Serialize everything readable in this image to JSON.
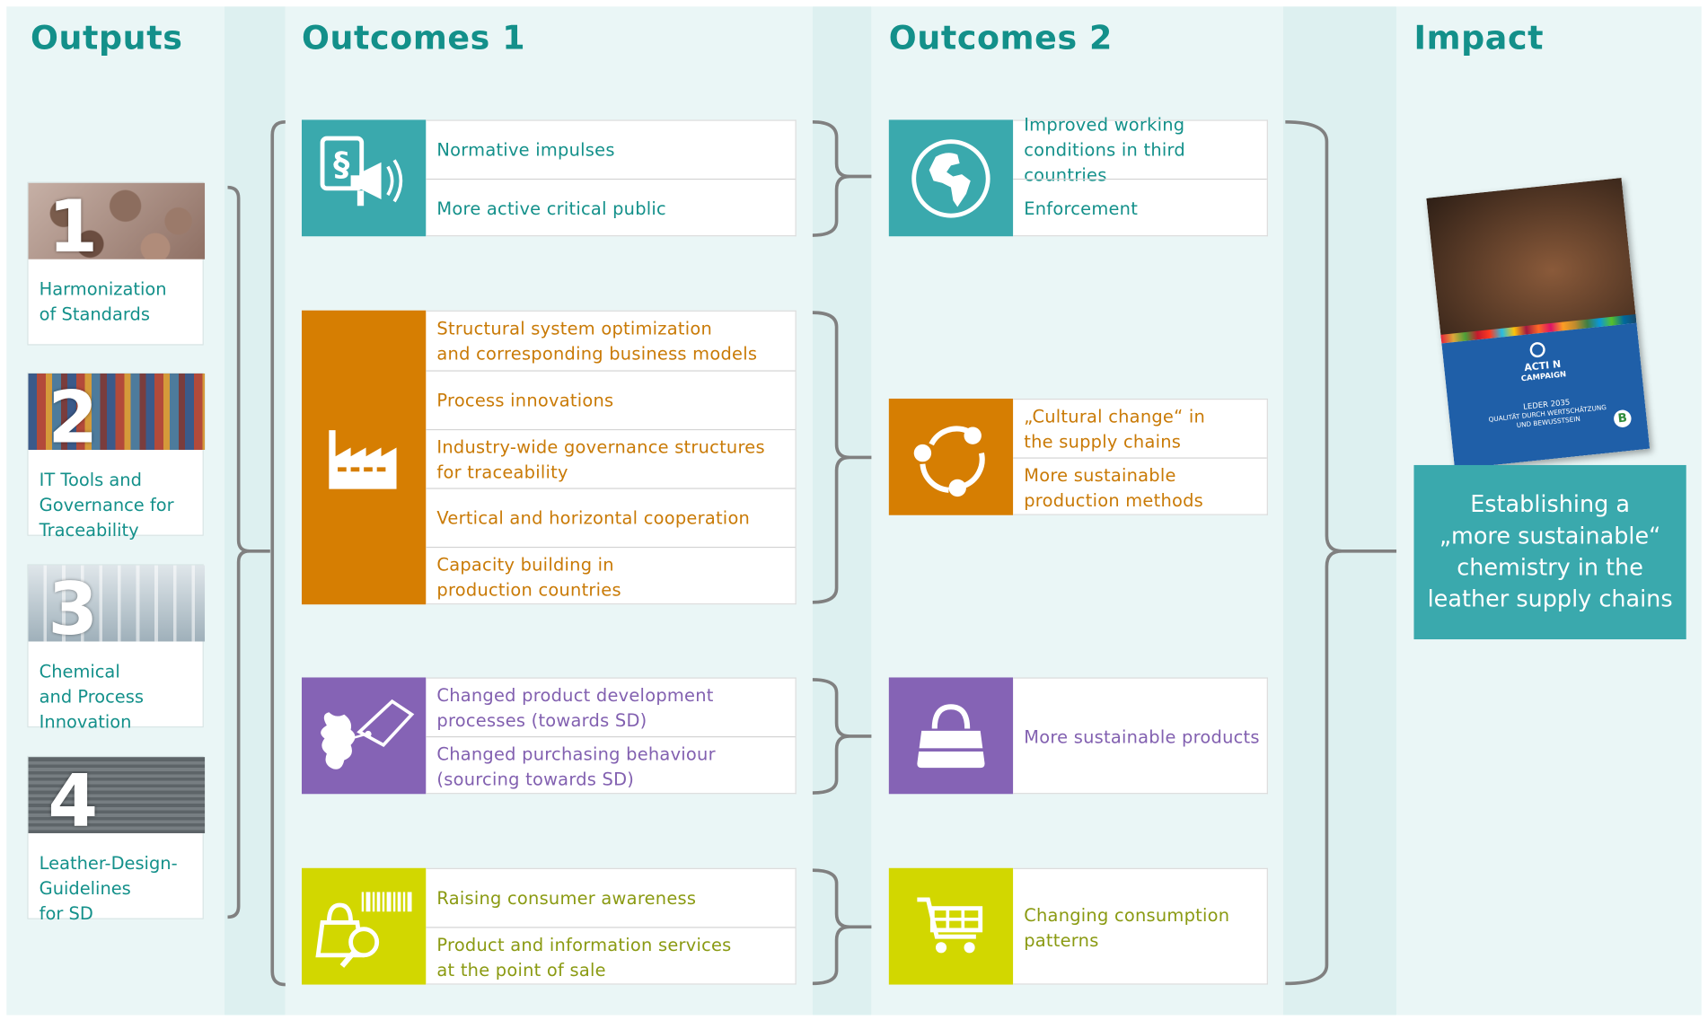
{
  "columns": {
    "outputs": "Outputs",
    "outcomes1": "Outcomes 1",
    "outcomes2": "Outcomes 2",
    "impact": "Impact"
  },
  "outputs": [
    {
      "number": "1",
      "label": "Harmonization\nof Standards"
    },
    {
      "number": "2",
      "label": "IT Tools and\nGovernance for\nTraceability"
    },
    {
      "number": "3",
      "label": "Chemical\nand Process\nInnovation"
    },
    {
      "number": "4",
      "label": "Leather-Design-\nGuidelines\nfor SD"
    }
  ],
  "outcomes1": [
    {
      "icon": "law-megaphone-icon",
      "color": "#3aa9ad",
      "items": [
        "Normative impulses",
        "More active critical public"
      ]
    },
    {
      "icon": "factory-icon",
      "color": "#d67e02",
      "items": [
        "Structural system optimization\nand corresponding business models",
        "Process innovations",
        "Industry-wide governance structures\nfor traceability",
        "Vertical and horizontal cooperation",
        "Capacity building in\nproduction countries"
      ]
    },
    {
      "icon": "leather-tag-icon",
      "color": "#8563b5",
      "items": [
        "Changed product development\nprocesses (towards SD)",
        "Changed purchasing behaviour\n(sourcing towards SD)"
      ]
    },
    {
      "icon": "bag-barcode-magnifier-icon",
      "color": "#d2d700",
      "items": [
        "Raising consumer awareness",
        "Product and information services\nat the point of sale"
      ]
    }
  ],
  "outcomes2": [
    {
      "icon": "globe-icon",
      "color": "#3aa9ad",
      "items": [
        "Improved working\nconditions in third countries",
        "Enforcement"
      ]
    },
    {
      "icon": "cycle-icon",
      "color": "#d67e02",
      "items": [
        "„Cultural change“ in\nthe supply chains",
        "More sustainable\nproduction methods"
      ]
    },
    {
      "icon": "handbag-icon",
      "color": "#8563b5",
      "items": [
        "More sustainable products"
      ]
    },
    {
      "icon": "shopping-cart-icon",
      "color": "#d2d700",
      "items": [
        "Changing consumption\npatterns"
      ]
    }
  ],
  "impact": {
    "text": "Establishing a\n„more sustainable“\nchemistry in the\nleather supply chains",
    "cover": {
      "action": "ACTI N",
      "campaign": "CAMPAIGN",
      "line1": "LEDER 2035",
      "line2": "QUALITÄT DURCH WERTSCHÄTZUNG",
      "line3": "UND BEWUSSTSEIN",
      "badge": "B"
    }
  },
  "colors": {
    "teal_text": "#13908a",
    "teal": "#3aa9ad",
    "orange": "#d67e02",
    "purple": "#8563b5",
    "lime": "#d2d700",
    "bracket": "#808080"
  }
}
